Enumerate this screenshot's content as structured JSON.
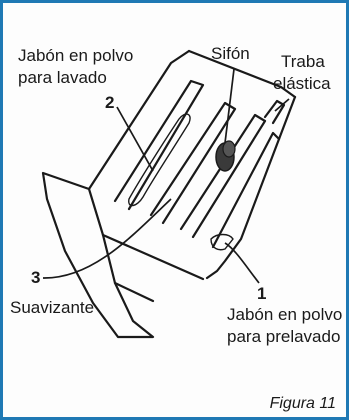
{
  "figure": {
    "caption": "Figura 11",
    "labels": {
      "powder_wash_line1": "Jabón en polvo",
      "powder_wash_line2": "para lavado",
      "siphon": "Sifón",
      "latch_line1": "Traba",
      "latch_line2": "elástica",
      "powder_prewash_line1": "Jabón en polvo",
      "powder_prewash_line2": "para prelavado",
      "softener": "Suavizante"
    },
    "numbers": {
      "n1": "1",
      "n2": "2",
      "n3": "3"
    },
    "colors": {
      "frame": "#1f79b4",
      "ink": "#1a1a1a",
      "siphon_cap": "#3a3a3a"
    }
  }
}
